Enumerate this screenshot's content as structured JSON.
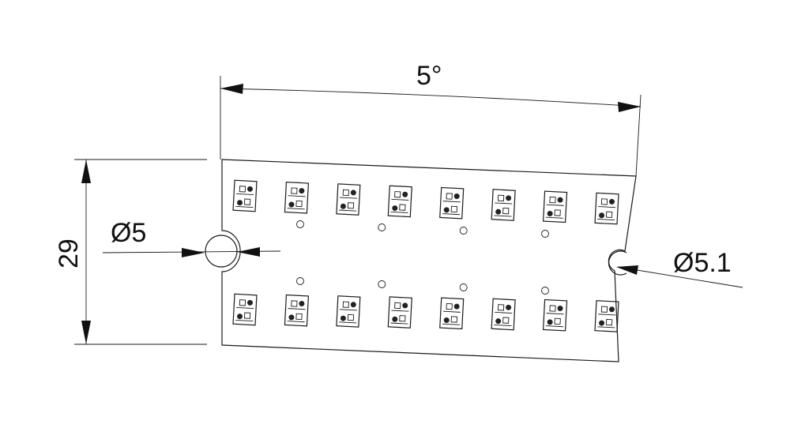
{
  "dimensions": {
    "angle_label": "5°",
    "height_label": "29",
    "left_hole_label": "Ø5",
    "right_hole_label": "Ø5.1"
  },
  "board": {
    "led_rows": 2,
    "leds_per_row": 8,
    "vias_per_row": 4
  }
}
